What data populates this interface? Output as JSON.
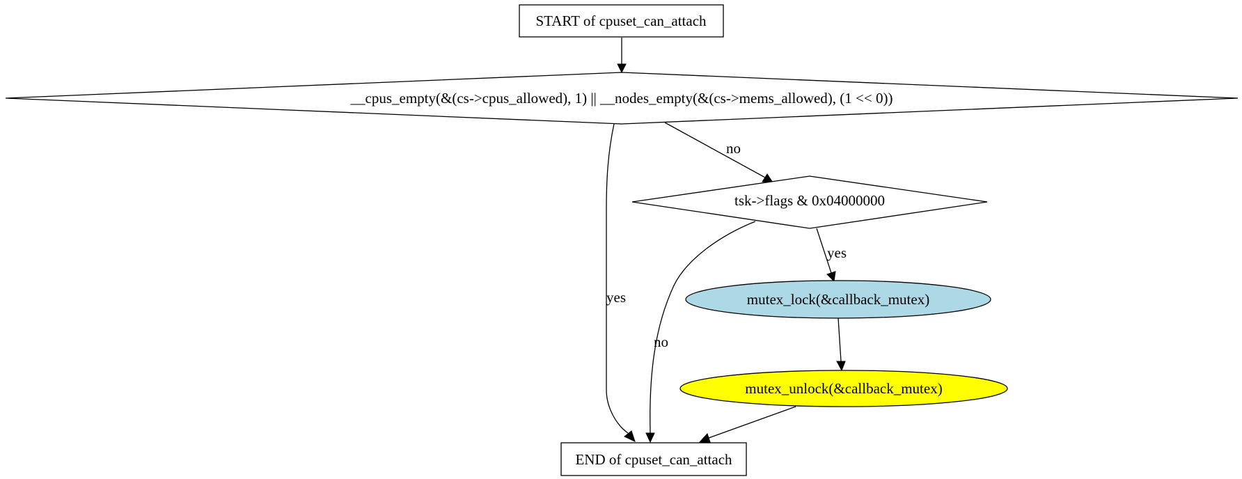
{
  "diagram": {
    "nodes": {
      "start": {
        "label": "START of cpuset_can_attach",
        "shape": "box",
        "fill": "#ffffff"
      },
      "cond_empty": {
        "label": "__cpus_empty(&(cs->cpus_allowed), 1) || __nodes_empty(&(cs->mems_allowed), (1 << 0))",
        "shape": "diamond",
        "fill": "#ffffff"
      },
      "cond_flags": {
        "label": "tsk->flags & 0x04000000",
        "shape": "diamond",
        "fill": "#ffffff"
      },
      "mutex_lock": {
        "label": "mutex_lock(&callback_mutex)",
        "shape": "ellipse",
        "fill": "#add8e6"
      },
      "mutex_unlock": {
        "label": "mutex_unlock(&callback_mutex)",
        "shape": "ellipse",
        "fill": "#ffff00"
      },
      "end": {
        "label": "END of cpuset_can_attach",
        "shape": "box",
        "fill": "#ffffff"
      }
    },
    "edges": {
      "start_to_cond_empty": {
        "from": "start",
        "to": "cond_empty",
        "label": ""
      },
      "cond_empty_yes": {
        "from": "cond_empty",
        "to": "end",
        "label": "yes"
      },
      "cond_empty_no": {
        "from": "cond_empty",
        "to": "cond_flags",
        "label": "no"
      },
      "cond_flags_no": {
        "from": "cond_flags",
        "to": "end",
        "label": "no"
      },
      "cond_flags_yes": {
        "from": "cond_flags",
        "to": "mutex_lock",
        "label": "yes"
      },
      "lock_to_unlock": {
        "from": "mutex_lock",
        "to": "mutex_unlock",
        "label": ""
      },
      "unlock_to_end": {
        "from": "mutex_unlock",
        "to": "end",
        "label": ""
      }
    }
  }
}
